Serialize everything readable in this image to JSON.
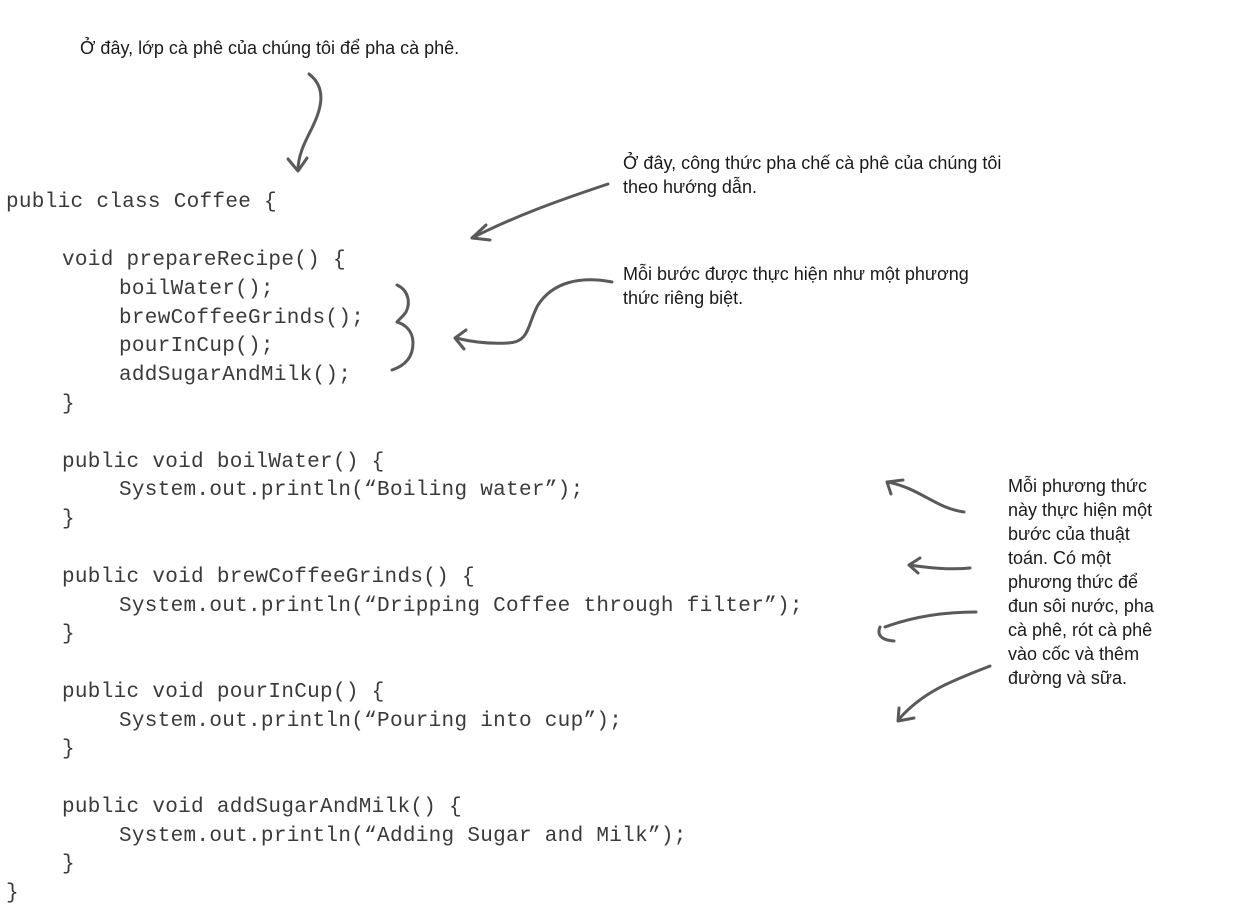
{
  "annotations": {
    "class_note": "Ở đây, lớp cà phê của chúng tôi để pha cà phê.",
    "recipe_note": [
      "Ở đây, công thức pha chế cà phê của chúng tôi",
      "theo hướng dẫn."
    ],
    "step_note": [
      "Mỗi bước được thực hiện như một phương",
      "thức riêng biệt."
    ],
    "methods_note": [
      "Mỗi phương thức",
      "này thực hiện một",
      "bước của thuật",
      "toán. Có một",
      "phương thức để",
      "đun sôi nước, pha",
      "cà phê, rót cà phê",
      "vào cốc và thêm",
      "đường và sữa."
    ]
  },
  "code": {
    "lines": [
      "public class Coffee {",
      "void prepareRecipe() {",
      "boilWater();",
      "brewCoffeeGrinds();",
      "pourInCup();",
      "addSugarAndMilk();",
      "}",
      "public void boilWater() {",
      "System.out.println(“Boiling water”);",
      "}",
      "public void brewCoffeeGrinds() {",
      "System.out.println(“Dripping Coffee through filter”);",
      "}",
      "public void pourInCup() {",
      "System.out.println(“Pouring into cup”);",
      "}",
      "public void addSugarAndMilk() {",
      "System.out.println(“Adding Sugar and Milk”);",
      "}",
      "}"
    ]
  }
}
